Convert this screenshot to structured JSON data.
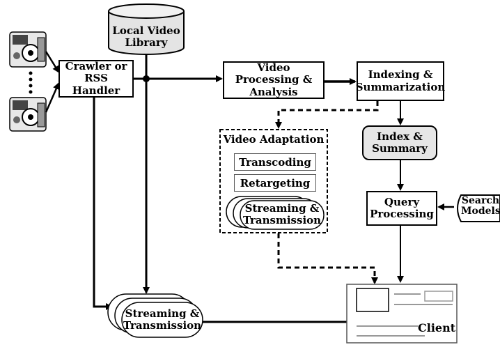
{
  "nodes": {
    "local_video_library": "Local Video Library",
    "crawler": "Crawler or RSS Handler",
    "video_processing": "Video Processing & Analysis",
    "indexing": "Indexing & Summarization",
    "index_summary": "Index & Summary",
    "video_adaptation": "Video Adaptation",
    "transcoding": "Transcoding",
    "retargeting": "Retargeting",
    "streaming_inner": "Streaming & Transmission",
    "query_processing": "Query Processing",
    "search_models": "Search Models",
    "streaming_bottom": "Streaming & Transmission",
    "client": "Client"
  }
}
